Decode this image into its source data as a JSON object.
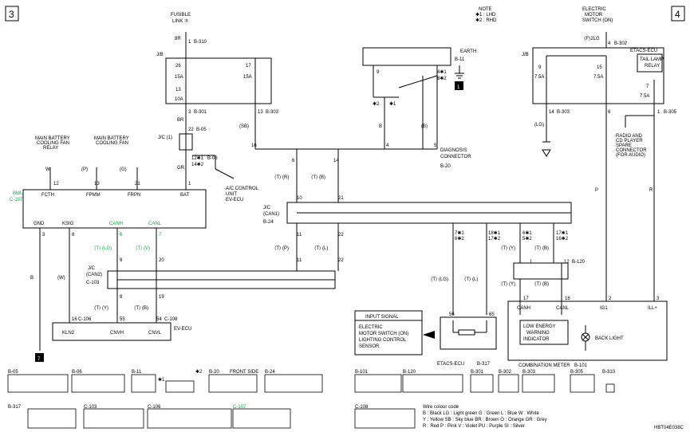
{
  "page_numbers": {
    "left": "3",
    "right": "4"
  },
  "note": {
    "title": "NOTE",
    "l1": "✱1 : LHD",
    "l2": "✱2 : RHD"
  },
  "fusible_link": {
    "l1": "FUSIBLE",
    "l2": "LINK ⑤",
    "wire": "8R",
    "pin": "1",
    "conn": "B-310"
  },
  "jb_left": {
    "label": "J/B",
    "f26": "26",
    "a15": "15A",
    "f13": "13",
    "a10": "10A",
    "f17": "17",
    "a15b": "15A",
    "pin3": "3",
    "c3": "B-301",
    "pin13": "13",
    "c13": "B-303"
  },
  "earth": {
    "label": "EARTH",
    "conn": "B-11",
    "pins": "4✱1",
    "pins2": "8✱2",
    "pin9": "9",
    "g1": "✱2",
    "g2": "✱1",
    "badge": "1"
  },
  "wires": {
    "br": "BR",
    "gr": "GR",
    "sb": "(SB)",
    "b": "B",
    "b2": "(B)",
    "w": "W",
    "p": "(P)",
    "g": "(G)",
    "lg": "(LG)",
    "p2": "P",
    "r": "R",
    "bw": "B",
    "ww": "(W)"
  },
  "jc1": {
    "label": "J/C (1)",
    "pin22": "22",
    "c22": "B-05",
    "pin12": "12✱1",
    "pin14": "14✱2",
    "c": "B-06"
  },
  "aircon": {
    "l1": "·A/C CONTROL",
    "l2": "UNIT",
    "l3": "·EV-ECU"
  },
  "diag": {
    "pin16": "16",
    "pin4": "4",
    "pin5": "5",
    "l1": "DIAGNOSIS",
    "l2": "CONNECTOR",
    "conn": "B-20",
    "pin6": "6",
    "pin14": "14",
    "r1": "⟨T⟩ (R)",
    "r2": "⟨T⟩ (B)"
  },
  "fan": {
    "relay1": "MAIN BATTERY",
    "relay2": "COOLING FAN",
    "relay3": "RELAY",
    "fan1": "MAIN BATTERY",
    "fan2": "COOLING FAN",
    "p12": "12",
    "p13": "13",
    "p21": "21"
  },
  "bmu": {
    "label": "BMU",
    "conn": "C-107",
    "fcth": "FCTH",
    "fpmm": "FPMM",
    "frpn": "FRPN",
    "bat": "BAT",
    "p1": "1",
    "gnd": "GND",
    "ksig": "KSIG",
    "canh": "CANH",
    "canl": "CANL",
    "p3": "3",
    "p8": "8",
    "p6": "6",
    "p7": "7",
    "lg": "⟨T⟩ (LG)",
    "v": "⟨T⟩ (V)"
  },
  "jccan1": {
    "label": "J/C",
    "l2": "(CAN1)",
    "conn": "B-24",
    "p10": "10",
    "p21": "21",
    "p11": "11",
    "p22": "22",
    "p11b": "11",
    "p22b": "22",
    "tp": "⟨T⟩ (P)",
    "tl": "⟨T⟩ (L)"
  },
  "jccan2": {
    "label": "J/C",
    "l2": "(CAN2)",
    "conn": "C-103",
    "p9": "9",
    "p20": "20",
    "p8": "8",
    "p19": "19",
    "ty": "⟨T⟩ (Y)",
    "tb": "⟨T⟩ (B)"
  },
  "evecu": {
    "label": "EV-ECU",
    "p16": "16",
    "c16": "C-106",
    "p55": "55",
    "p54": "54",
    "c54": "C-108",
    "kln2": "KLN2",
    "cnvh": "CNVH",
    "cnvl": "CNVL"
  },
  "gnd7": "7",
  "emswitch": {
    "l1": "ELECTRIC",
    "l2": "MOTOR",
    "l3": "SWITCH (ON)",
    "f2lg": "⟨F⟩2LG",
    "p4": "4",
    "c4": "B-302"
  },
  "jb_right": {
    "label": "J/B",
    "f9": "9",
    "a9": "7.5A",
    "f15": "15",
    "a15": "7.5A",
    "p14": "14",
    "c14": "B-303",
    "p6": "6"
  },
  "etacs": {
    "l1": "ETACS-ECU",
    "l2": "TAIL LAMP",
    "l3": "RELAY",
    "f7": "7",
    "a7": "7.5A",
    "p1": "1",
    "c1": "B-305"
  },
  "radio": {
    "l1": "·RADIO AND",
    "l2": "CD PLAYER",
    "l3": "·SPARE",
    "l4": "CONNECTOR",
    "l5": "(FOR AUDIO)"
  },
  "right_jc": {
    "p7": "7✱1",
    "p6": "6✱2",
    "p18": "18✱1",
    "p17": "17✱2",
    "p6b": "6✱1",
    "p5": "5✱2",
    "p17b": "17✱1",
    "p16": "16✱2",
    "lg": "⟨T⟩ (LG)",
    "l": "⟨T⟩ (L)",
    "y": "⟨T⟩ (Y)",
    "b": "⟨T⟩ (B)",
    "p1": "1",
    "p12": "12",
    "c12": "B-120",
    "y2": "⟨T⟩ (Y)",
    "b2": "⟨T⟩ (B)",
    "p17c": "17",
    "p18c": "18",
    "p56": "56",
    "p65": "65",
    "p2": "2",
    "p3": "3"
  },
  "input": {
    "title": "INPUT SIGNAL",
    "l1": "·ELECTRIC",
    "l2": "MOTOR SWITCH (ON)",
    "l3": "LIGHTING CONTROL",
    "l4": "SENSOR",
    "ecu": "ETACS-ECU",
    "conn": "B-317"
  },
  "meter": {
    "canh": "CANH",
    "canl": "CANL",
    "ig1": "IG1",
    "illp": "ILL+",
    "w1": "LOW ENERGY",
    "w2": "WARNING",
    "w3": "INDICATOR",
    "backlight": "BACK LIGHT",
    "label": "COMBINATION METER",
    "conn": "B-101"
  },
  "wire_colour": {
    "title": "Wire colour code",
    "l1": "B : Black    LG : Light green    G : Green    L : Blue    W : White",
    "l2": "Y : Yellow    SB : Sky blue    BR : Brown    O : Orange    GR : Grey",
    "l3": "R : Red    P : Pink    V : Violet    PU : Purple    SI : Silver"
  },
  "connectors": {
    "b05": "B-05",
    "b06": "B-06",
    "b11": "B-11",
    "b20": "B-20",
    "b20s": "FRONT SIDE",
    "b24": "B-24",
    "b317": "B-317",
    "c103": "C-103",
    "c106": "C-106",
    "c107": "C-107",
    "c108": "C-108",
    "b101": "B-101",
    "b120": "B-120",
    "b301": "B-301",
    "b302": "B-302",
    "b303": "B-303",
    "b305": "B-305",
    "b310": "B-310",
    "n1": "✱1",
    "n2": "✱2"
  },
  "code": "HBT04E038C"
}
